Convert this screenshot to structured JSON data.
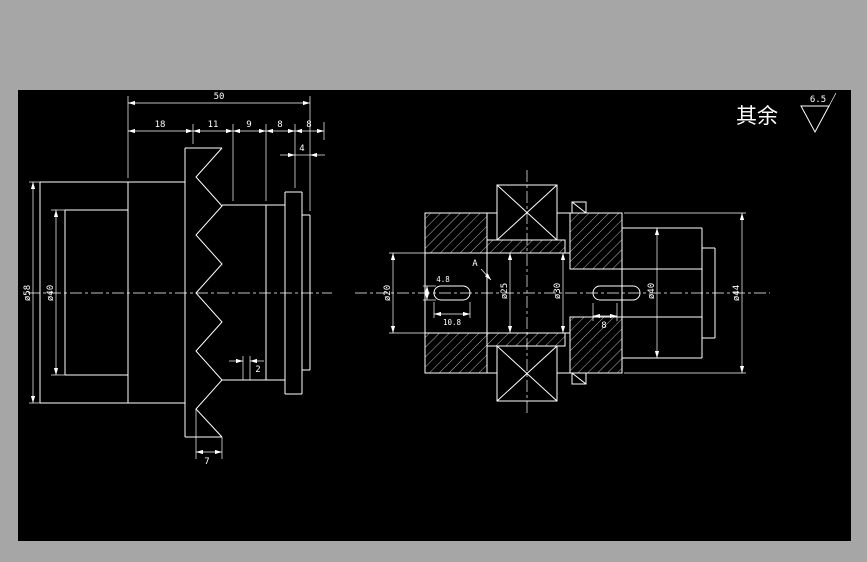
{
  "viewport": {
    "background_color": "#a6a6a6",
    "canvas_color": "#000000",
    "line_color": "#ffffff"
  },
  "note": {
    "text": "其余",
    "roughness": "6.5"
  },
  "left_view": {
    "dim_total": "50",
    "dim_seg1": "18",
    "dim_seg2": "11",
    "dim_seg3": "9",
    "dim_seg4": "8",
    "dim_seg5": "8",
    "dim_flange": "4",
    "dim_dia_outer": "ø58",
    "dim_dia_hub": "ø40",
    "dim_groove": "2",
    "dim_teeth": "7"
  },
  "right_view": {
    "dim_bore": "ø20",
    "dim_pin_w": "4.8",
    "dim_pin_l": "10.8",
    "dim_dia_inner": "ø25",
    "dim_dia_mid": "ø30",
    "dim_key": "8",
    "dim_dia_cap": "ø40",
    "dim_dia_flange": "ø44",
    "section": "A"
  }
}
